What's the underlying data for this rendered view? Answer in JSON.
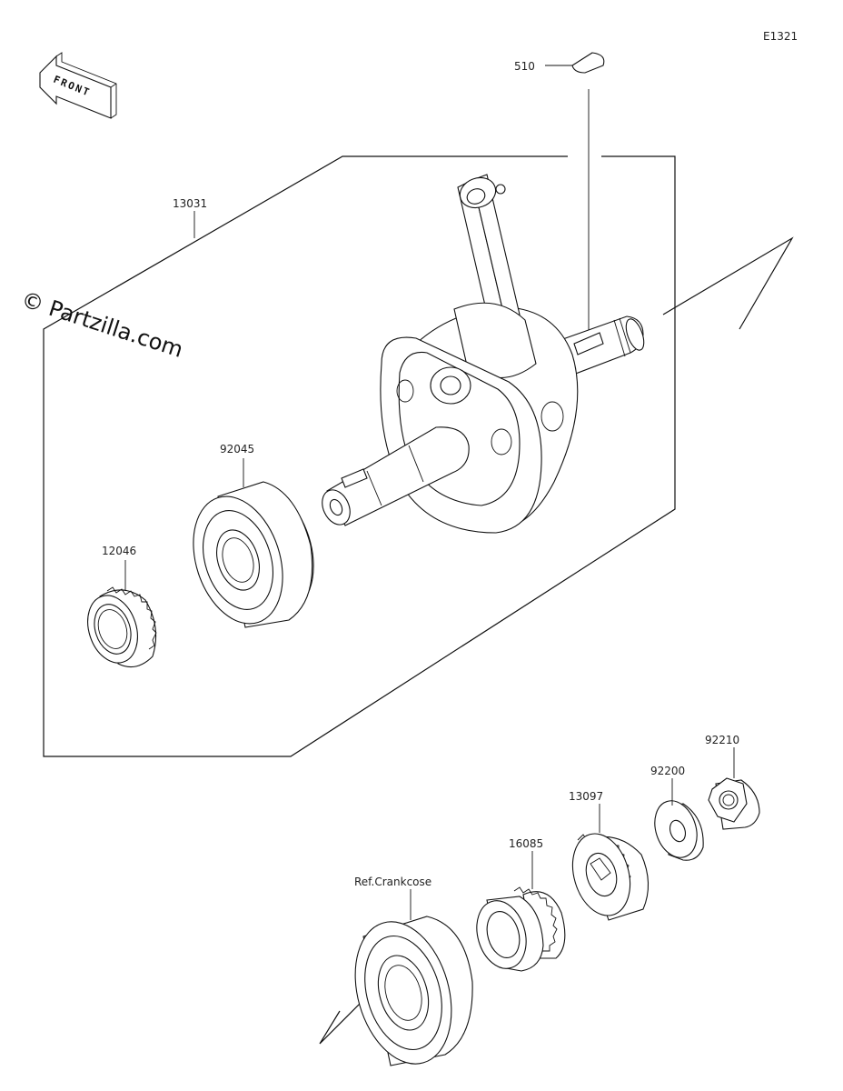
{
  "diagram": {
    "code": "E1321",
    "watermark": "© Partzilla.com",
    "front_label": "FRONT",
    "parts": {
      "key": "510",
      "crankshaft_assy": "13031",
      "bearing_left": "92045",
      "gear_left": "12046",
      "bearing_crankcase": "Ref.Crankcose",
      "gear_16085": "16085",
      "gear_13097": "13097",
      "washer": "92200",
      "nut": "92210"
    }
  }
}
